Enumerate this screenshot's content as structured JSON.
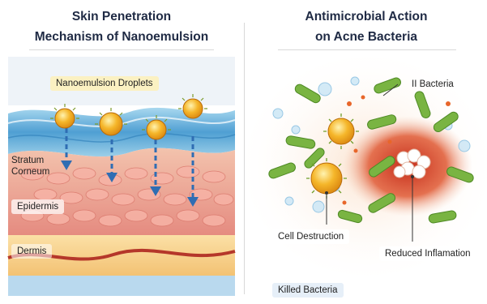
{
  "left_panel": {
    "title_line1": "Skin Penetration",
    "title_line2": "Mechanism of Nanoemulsion",
    "droplets_label": "Nanoemulsion Droplets",
    "stratum_label_line1": "Stratum",
    "stratum_label_line2": "Corneum",
    "epidermis_label": "Epidermis",
    "dermis_label": "Dermis"
  },
  "right_panel": {
    "title_line1": "Antimicrobial Action",
    "title_line2": "on Acne Bacteria",
    "bacteria_label": "II  Bacteria",
    "cell_destruction_label": "Cell Destruction",
    "reduced_inflammation_label": "Reduced Inflamation",
    "killed_bacteria_label": "Killed Bacteria"
  },
  "colors": {
    "droplet": "#f0a21d",
    "bacteria": "#6fae3a",
    "arrow": "#2f6db3",
    "stratum": "#5aa8d6",
    "epidermis": "#e9918a",
    "dermis": "#f6cf86",
    "inflammation": "#d8432c"
  },
  "icons": {
    "droplet": "nanoemulsion-droplet-icon",
    "bacterium": "bacterium-icon"
  }
}
